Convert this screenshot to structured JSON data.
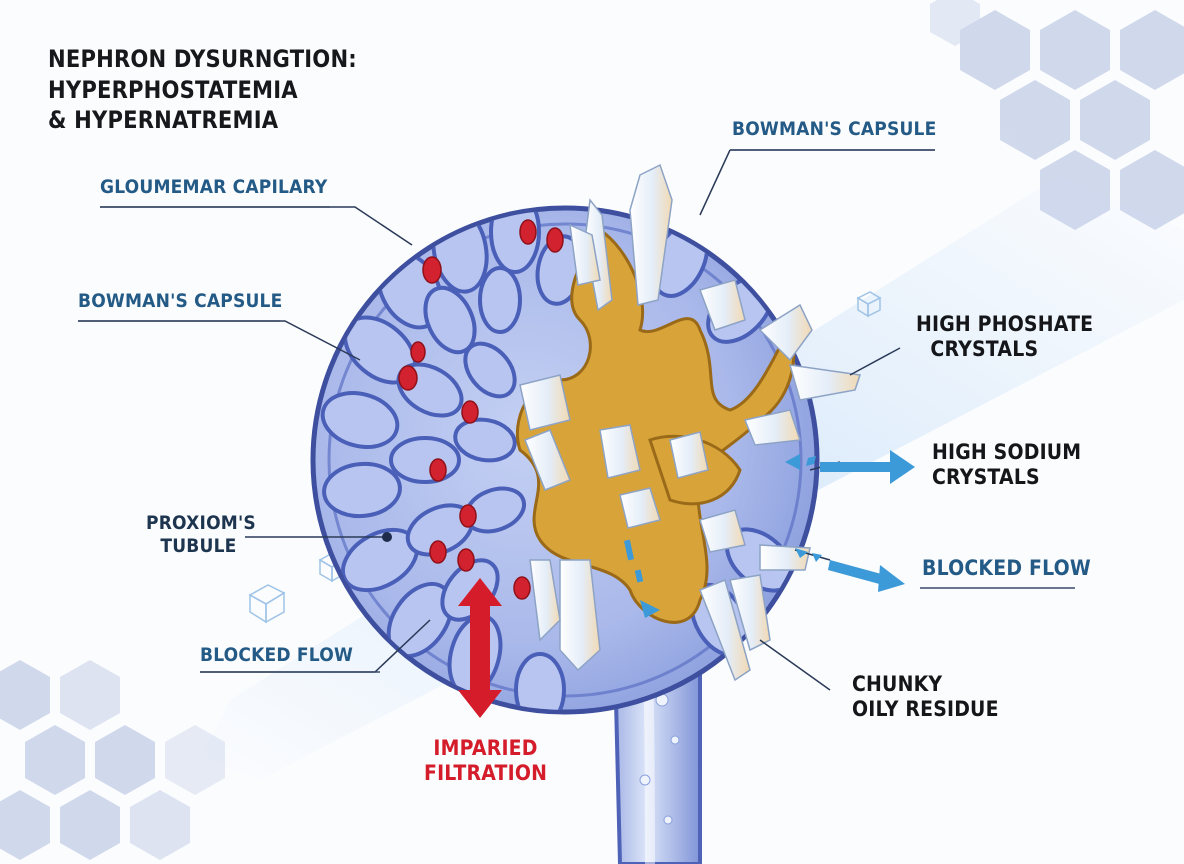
{
  "title": {
    "line1": "NEPHRON DYSURNGTION: HYPERPHOSTATEMIA",
    "line2": "& HYPERNATREMIA"
  },
  "labels": {
    "gloumemar_capilary": "GLOUMEMAR CAPILARY",
    "bowmans_capsule_left": "BOWMAN'S CAPSULE",
    "bowmans_capsule_top": "BOWMAN'S CAPSULE",
    "proxioms_tubule": {
      "line1": "PROXIOM'S",
      "line2": "TUBULE"
    },
    "blocked_flow_left": "BLOCKED FLOW",
    "blocked_flow_right": "BLOCKED FLOW",
    "high_phoshate_crystals": {
      "line1": "HIGH PHOSHATE",
      "line2": "CRYSTALS"
    },
    "high_sodium_crystals": {
      "line1": "HIGH SODIUM",
      "line2": "CRYSTALS"
    },
    "chunky_oily_residue": {
      "line1": "CHUNKY",
      "line2": "OILY RESIDUE"
    },
    "imparied_filtration": {
      "line1": "IMPARIED",
      "line2": "FILTRATION"
    }
  },
  "colors": {
    "capsule_blue": "#5b74c9",
    "capillary_blue": "#7f95dc",
    "red_blood_cell": "#d3222f",
    "residue_gold": "#d8a43a",
    "crystal": "#eef4fb",
    "arrow_red": "#d41c2a",
    "arrow_blue": "#3c9ad9",
    "label_blue": "#245a86",
    "hexagon": "#c9d3ea"
  }
}
